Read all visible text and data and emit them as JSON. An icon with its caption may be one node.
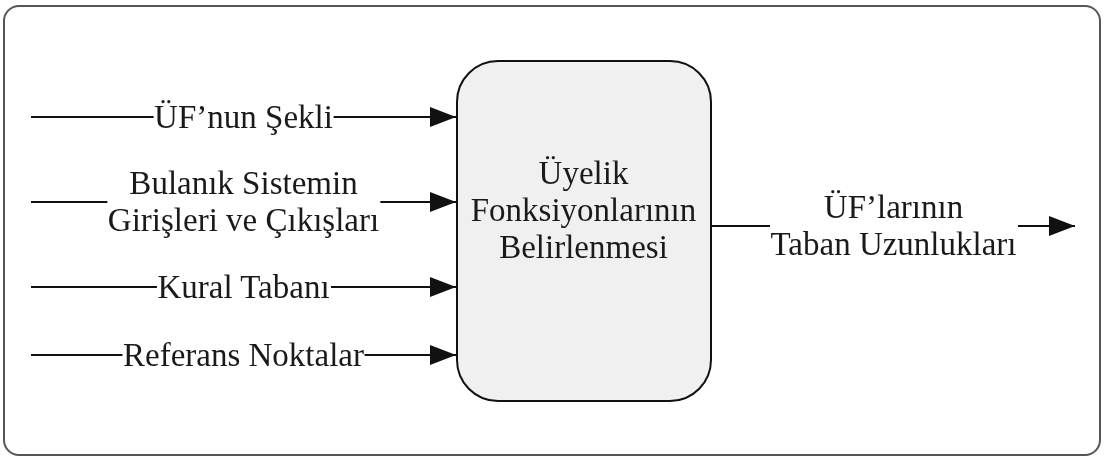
{
  "diagram": {
    "nodes": [
      {
        "text": [],
        "shape": "box"
      },
      {
        "text": [
          "Üyelik Fonksiyonlarının Belirlenmesi"
        ],
        "in": 0
      }
    ],
    "edges": [
      {
        "from": null,
        "to": 1,
        "arrow": "to",
        "label": "ÜF’nun Şekli"
      },
      {
        "from": null,
        "to": 1,
        "arrow": "to",
        "label": "Bulanık Sistemin Girişleri ve Çıkışları"
      },
      {
        "from": null,
        "to": 1,
        "arrow": "to",
        "label": "Kural Tabanı"
      },
      {
        "from": null,
        "to": 1,
        "arrow": "to",
        "label": "Referans Noktalar"
      },
      {
        "from": 1,
        "to": null,
        "arrow": "to",
        "label": "ÜF’larının Taban Uzunlukları"
      }
    ]
  }
}
